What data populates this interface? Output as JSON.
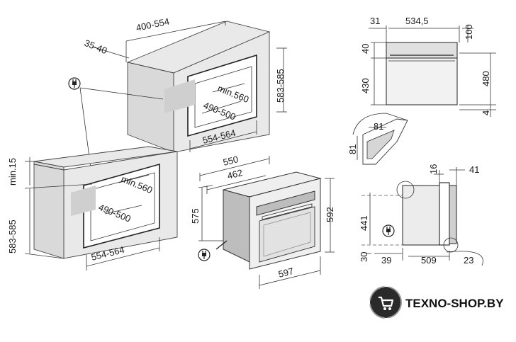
{
  "dimensions": {
    "top_unit": {
      "niche_depth": "400-554",
      "wall_gap": "35-40",
      "niche_height": "583-585",
      "min_depth": "min.560",
      "inner_height": "490-500",
      "niche_width": "554-564"
    },
    "bottom_unit": {
      "min_top": "min.15",
      "niche_height": "583-585",
      "min_depth": "min.560",
      "inner_height": "490-500",
      "niche_width": "554-564"
    },
    "oven": {
      "depth_total": "550",
      "depth_body": "462",
      "body_height": "575",
      "front_height": "592",
      "front_width": "597"
    },
    "top_view": {
      "left_offset": "31",
      "width": "534,5",
      "top_height": "100",
      "panel_height": "40",
      "body_height": "430",
      "total_height": "480",
      "bottom_gap": "4"
    },
    "detail": {
      "angle_width": "81",
      "angle_height": "81"
    },
    "side_view": {
      "top_offset": "16",
      "right_offset": "41",
      "height": "441",
      "bottom": "30",
      "left_depth": "39",
      "depth": "509",
      "door": "23"
    }
  },
  "brand": {
    "name": "TEXNO-SHOP.BY",
    "accent": "#2a2a2a"
  },
  "icons": {
    "plug": "plug-icon",
    "cart": "cart-icon"
  }
}
